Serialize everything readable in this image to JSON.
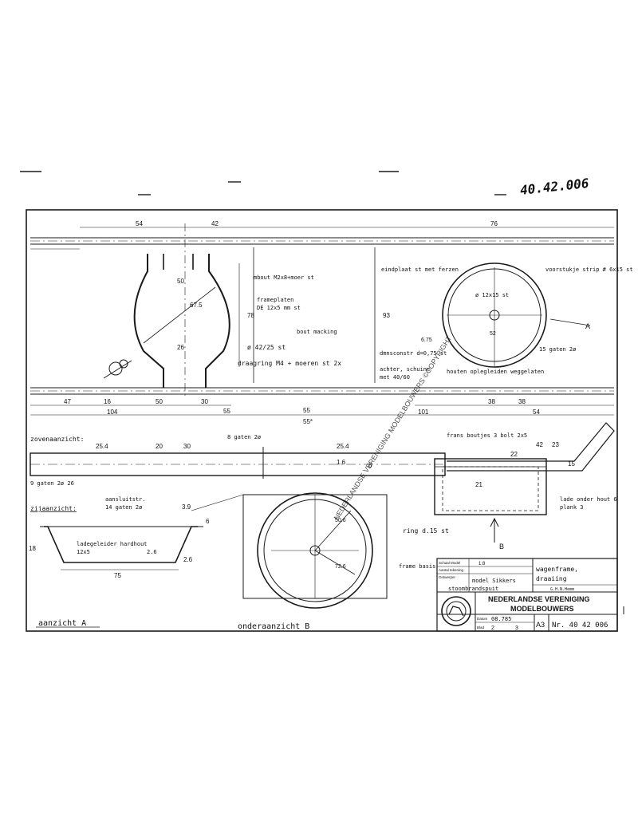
{
  "drawing_id_handwritten": "40.42.006",
  "top_view": {
    "dims_top": [
      "54",
      "42",
      "76"
    ],
    "dims_bottom": [
      "47",
      "16",
      "50",
      "30",
      "55",
      "38",
      "38"
    ],
    "dims_overall": [
      "104",
      "55",
      "55*",
      "101",
      "54"
    ],
    "dims_vertical": [
      "50",
      "78",
      "93",
      "6.75"
    ],
    "dim_diagonal": "67.5",
    "dim_inner": "26",
    "label_bolt": "mbout M2x8+moer st",
    "label_beams": "frameplaten",
    "label_beams_spec": "DE 12x5 mm st",
    "label_hatch": "bout macking",
    "label_hole": "ø 42/25 st",
    "label_draw_bar": "draagring M4 + moeren st 2x",
    "label_end_plate": "eindplaat st met ferzen",
    "label_stiff_note": "dmnsconstr d=0,75 st",
    "label_stiff_note2": "achter, schuine",
    "label_stiff_note3": "met 40/60",
    "label_wheel_spec": "ø 12x15 st",
    "label_wheel_small": "52",
    "label_ring": "voorstukje strip # 6x15 st",
    "label_holes_right": "15 gaten 2ø",
    "label_lower_note": "houten oplegleiden weggelaten",
    "arrow_a": "A"
  },
  "side_view": {
    "title": "zovenaanzicht:",
    "dims": [
      "25.4",
      "20",
      "30",
      "8 gaten 2ø",
      "25.4",
      "1.6",
      "21",
      "6",
      "22",
      "42",
      "23",
      "15"
    ],
    "label_holes": "9 gaten 2ø 26",
    "label_slots": "aansluitstr.",
    "label_slots2": "14 gaten 2ø",
    "label_bolt": "frans boutjes  3 bolt 2x5",
    "label_plank": "lade onder hout 6",
    "label_plank2": "plank 3",
    "arrow_b": "B"
  },
  "end_view": {
    "title": "zijaanzicht:",
    "label_wood": "ladegeleider hardhout",
    "label_wood_spec": "12x5",
    "label_wood_dim": "2.6",
    "dim_bottom": "75",
    "dims": [
      "3.9",
      "18",
      "6",
      "2.6"
    ]
  },
  "bottom_view": {
    "label_ring": "ring d.15 st",
    "label_frame": "frame basis",
    "dim_diag1": "50.6",
    "dim_diag2": "72.6"
  },
  "view_labels": {
    "aanzicht_a": "aanzicht A",
    "onderaanzicht_b": "onderaanzicht B"
  },
  "watermark": "NEDERLANDSE VERENIGING MODELBOUWERS ©COPYRIGHT",
  "title_block": {
    "row1_label": "Schaal Model",
    "row1_value": "1:8",
    "row2_label": "Aantal tekening",
    "row2_value": "",
    "row3_label": "Ontwerper",
    "row3_value": "model Sikkers",
    "row3_value2": "stoombrandspuit",
    "title": "wagenframe,",
    "title2": "draaiing",
    "drawn_by": "G.H.N.Hemm",
    "org_line1": "NEDERLANDSE VERENIGING",
    "org_line2": "MODELBOUWERS",
    "date_label": "Datum",
    "date_value": "08.785",
    "sheet_label": "Blad",
    "sheet_value": "2",
    "sheet_of": "3",
    "format": "A3",
    "number": "Nr. 40 42 006"
  },
  "colors": {
    "ink": "#1a1a1a",
    "paper": "#ffffff"
  }
}
